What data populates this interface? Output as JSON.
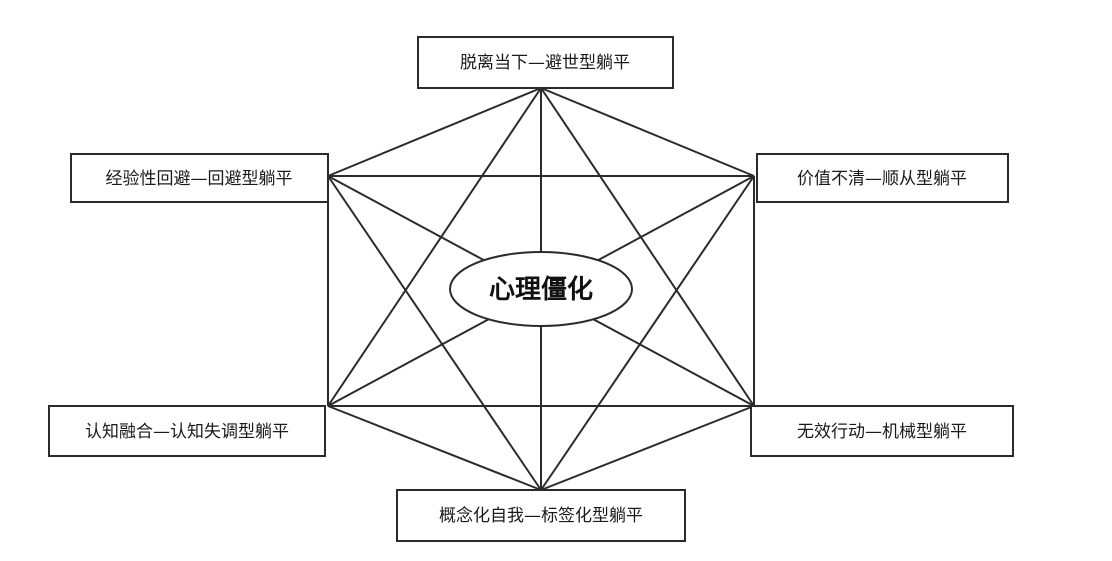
{
  "diagram": {
    "center": {
      "label": "心理僵化"
    },
    "nodes": {
      "top": {
        "label": "脱离当下—避世型躺平"
      },
      "upper_left": {
        "label": "经验性回避—回避型躺平"
      },
      "upper_right": {
        "label": "价值不清—顺从型躺平"
      },
      "lower_left": {
        "label": "认知融合—认知失调型躺平"
      },
      "lower_right": {
        "label": "无效行动—机械型躺平"
      },
      "bottom": {
        "label": "概念化自我—标签化型躺平"
      }
    },
    "edges": "all nodes mutually connected; hexagon corners connected through the center",
    "colors": {
      "line": "#2b2b2b",
      "background": "#ffffff",
      "text": "#1a1a1a"
    }
  }
}
